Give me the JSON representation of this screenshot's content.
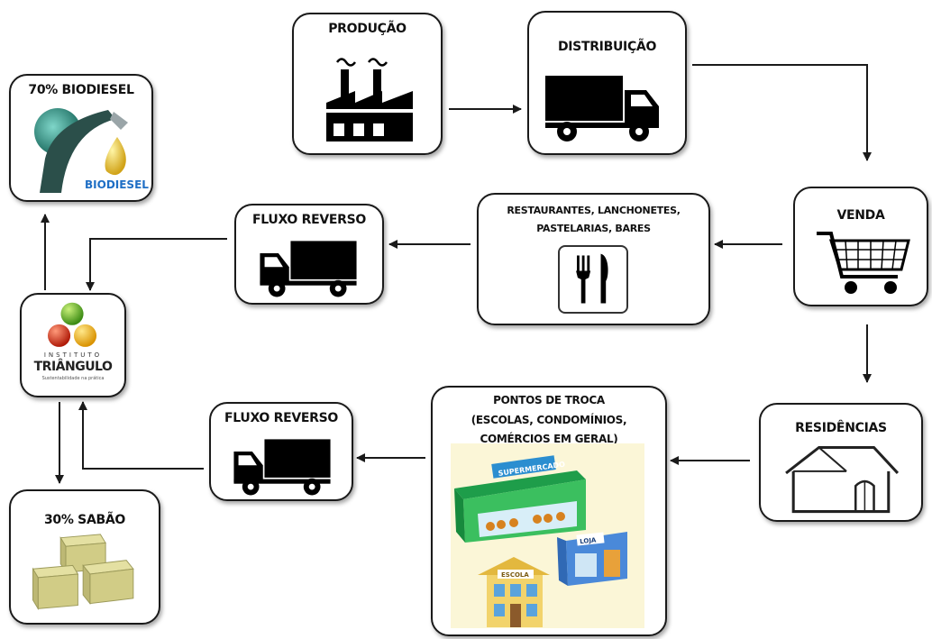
{
  "nodes": {
    "producao": "PRODUÇÃO",
    "distribuicao": "DISTRIBUIÇÃO",
    "venda": "VENDA",
    "restaurantes_line1": "RESTAURANTES, LANCHONETES,",
    "restaurantes_line2": "PASTELARIAS, BARES",
    "fluxo_reverso_top": "FLUXO REVERSO",
    "fluxo_reverso_bottom": "FLUXO REVERSO",
    "residencias": "RESIDÊNCIAS",
    "pontos_line1": "PONTOS DE TROCA",
    "pontos_line2": "(ESCOLAS, CONDOMÍNIOS,",
    "pontos_line3": "COMÉRCIOS EM GERAL)",
    "biodiesel": "70% BIODIESEL",
    "sabao": "30% SABÃO"
  },
  "logo": {
    "instituto": "INSTITUTO",
    "triangulo": "TRIÂNGULO",
    "tagline": "Sustentabilidade na prática"
  },
  "image_text": {
    "biodiesel_badge": "BIODIESEL",
    "supermercado": "SUPERMERCADO",
    "loja": "LOJA",
    "escola": "ESCOLA"
  },
  "icons": {
    "producao": "factory-icon",
    "distribuicao": "truck-icon",
    "venda": "shopping-cart-icon",
    "restaurantes": "fork-knife-icon",
    "fluxo_reverso": "truck-icon",
    "residencias": "house-icon",
    "pontos": "shops-school-illustration",
    "biodiesel": "fuel-nozzle-icon",
    "sabao": "soap-bars-icon"
  }
}
